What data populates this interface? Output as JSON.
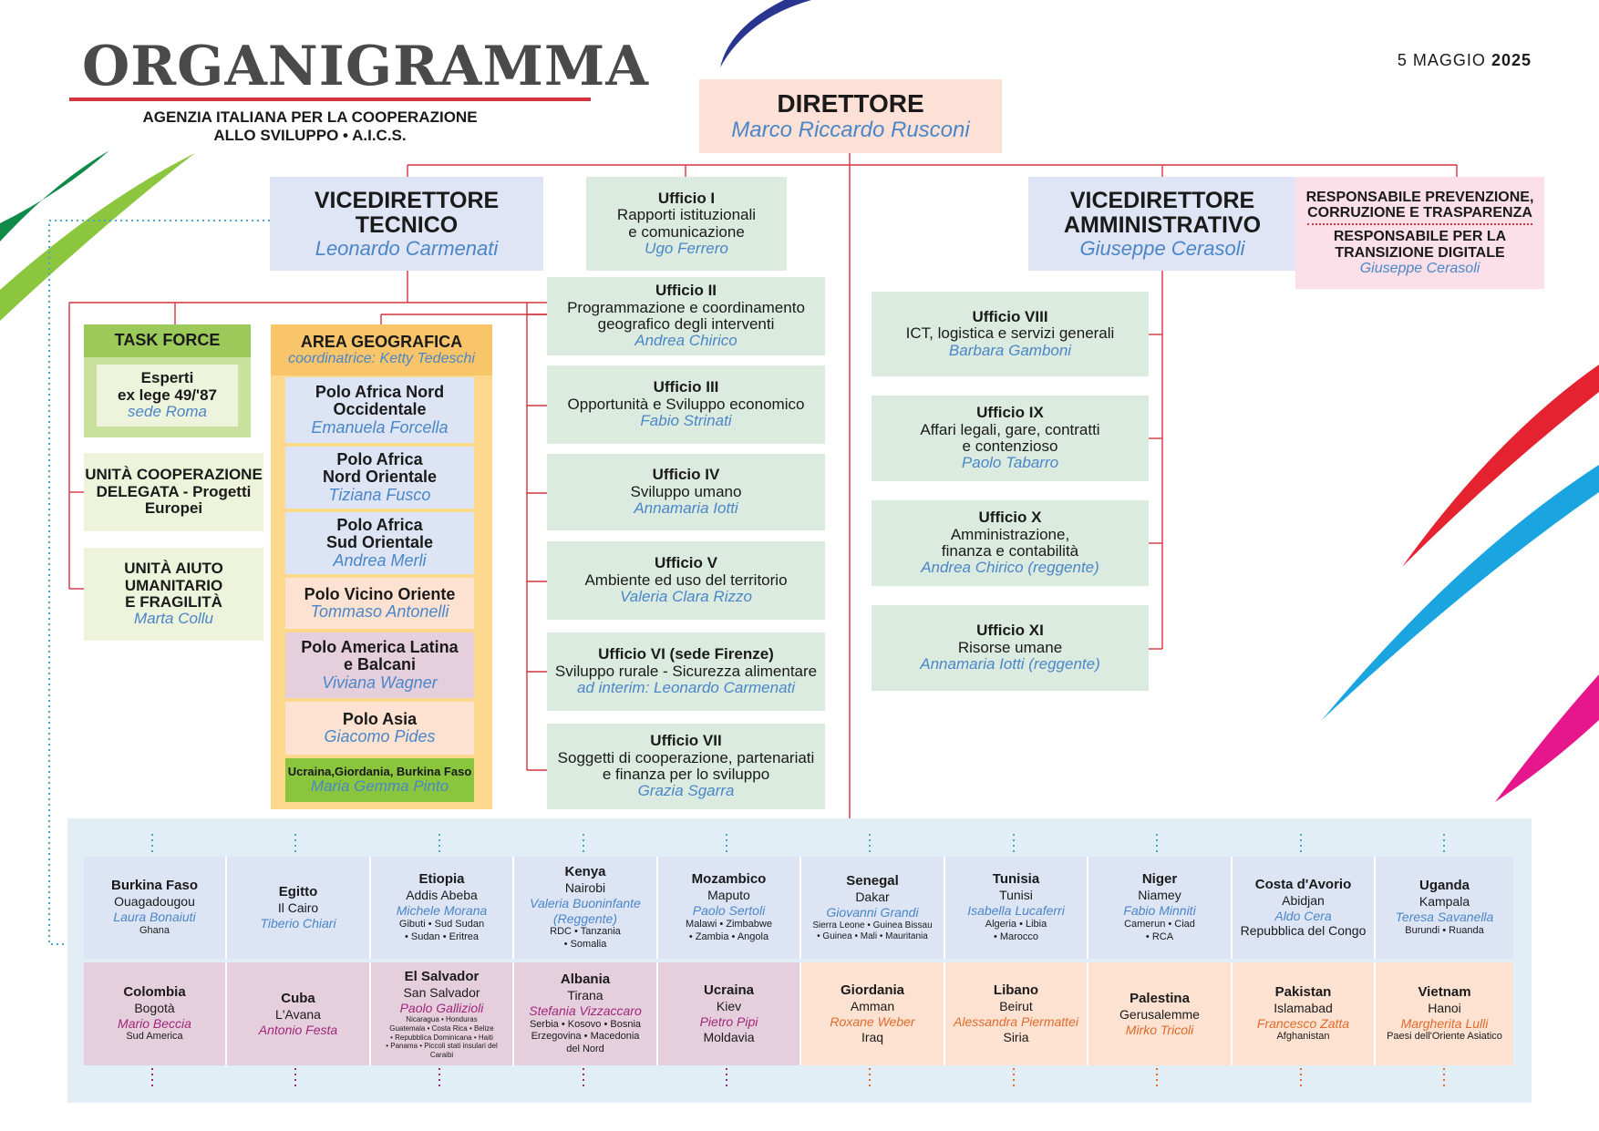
{
  "header": {
    "title": "ORGANIGRAMMA",
    "subtitle_line1": "AGENZIA ITALIANA PER LA COOPERAZIONE",
    "subtitle_line2": "ALLO SVILUPPO • A.I.C.S.",
    "date_prefix": "5 MAGGIO",
    "date_year": "2025"
  },
  "direttore": {
    "title": "DIRETTORE",
    "name": "Marco Riccardo Rusconi"
  },
  "vice_tecnico": {
    "title1": "VICEDIRETTORE",
    "title2": "TECNICO",
    "name": "Leonardo Carmenati"
  },
  "vice_amm": {
    "title1": "VICEDIRETTORE",
    "title2": "AMMINISTRATIVO",
    "name": "Giuseppe Cerasoli"
  },
  "responsabile": {
    "line1": "RESPONSABILE PREVENZIONE,",
    "line2": "CORRUZIONE E TRASPARENZA",
    "line3": "RESPONSABILE PER LA",
    "line4": "TRANSIZIONE DIGITALE",
    "name": "Giuseppe Cerasoli"
  },
  "uffici_left": [
    {
      "title": "Ufficio I",
      "desc1": "Rapporti istituzionali",
      "desc2": "e comunicazione",
      "name": "Ugo Ferrero"
    },
    {
      "title": "Ufficio II",
      "desc1": "Programmazione e coordinamento",
      "desc2": "geografico degli interventi",
      "name": "Andrea Chirico"
    },
    {
      "title": "Ufficio III",
      "desc1": "Opportunità e Sviluppo economico",
      "desc2": "",
      "name": "Fabio Strinati"
    },
    {
      "title": "Ufficio IV",
      "desc1": "Sviluppo umano",
      "desc2": "",
      "name": "Annamaria Iotti"
    },
    {
      "title": "Ufficio V",
      "desc1": "Ambiente ed uso del territorio",
      "desc2": "",
      "name": "Valeria Clara Rizzo"
    },
    {
      "title": "Ufficio VI (sede Firenze)",
      "desc1": "Sviluppo rurale - Sicurezza alimentare",
      "desc2": "",
      "name": "ad interim: Leonardo Carmenati"
    },
    {
      "title": "Ufficio VII",
      "desc1": "Soggetti di cooperazione, partenariati",
      "desc2": "e finanza per lo sviluppo",
      "name": "Grazia Sgarra"
    }
  ],
  "uffici_right": [
    {
      "title": "Ufficio VIII",
      "desc1": "ICT, logistica e servizi generali",
      "desc2": "",
      "name": "Barbara Gamboni"
    },
    {
      "title": "Ufficio IX",
      "desc1": "Affari legali, gare, contratti",
      "desc2": "e contenzioso",
      "name": "Paolo Tabarro"
    },
    {
      "title": "Ufficio X",
      "desc1": "Amministrazione,",
      "desc2": "finanza e contabilità",
      "name": "Andrea Chirico (reggente)"
    },
    {
      "title": "Ufficio XI",
      "desc1": "Risorse umane",
      "desc2": "",
      "name": "Annamaria Iotti (reggente)"
    }
  ],
  "task_force": {
    "title": "TASK FORCE",
    "line1": "Esperti",
    "line2": "ex lege 49/'87",
    "name": "sede Roma"
  },
  "unita_coop": {
    "line1": "UNITÀ COOPERAZIONE",
    "line2": "DELEGATA - Progetti",
    "line3": "Europei"
  },
  "unita_aiuto": {
    "line1": "UNITÀ AIUTO",
    "line2": "UMANITARIO",
    "line3": "E FRAGILITÀ",
    "name": "Marta Collu"
  },
  "area_geo": {
    "title": "AREA GEOGRAFICA",
    "coord": "coordinatrice: Ketty Tedeschi",
    "poli": [
      {
        "line1": "Polo Africa Nord",
        "line2": "Occidentale",
        "name": "Emanuela Forcella"
      },
      {
        "line1": "Polo Africa",
        "line2": "Nord Orientale",
        "name": "Tiziana Fusco"
      },
      {
        "line1": "Polo Africa",
        "line2": "Sud Orientale",
        "name": "Andrea Merli"
      },
      {
        "line1": "Polo Vicino Oriente",
        "line2": "",
        "name": "Tommaso Antonelli"
      },
      {
        "line1": "Polo America Latina",
        "line2": "e Balcani",
        "name": "Viviana Wagner"
      },
      {
        "line1": "Polo Asia",
        "line2": "",
        "name": "Giacomo Pides"
      },
      {
        "line1": "Ucraina,Giordania, Burkina Faso",
        "line2": "",
        "name": "Maria Gemma Pinto"
      }
    ]
  },
  "sedi_row1": [
    {
      "country": "Burkina Faso",
      "city": "Ouagadougou",
      "name": "Laura Bonaiuti",
      "extra1": "Ghana",
      "extra2": "",
      "extra3": ""
    },
    {
      "country": "Egitto",
      "city": "Il Cairo",
      "name": "Tiberio Chiari",
      "extra1": "",
      "extra2": "",
      "extra3": ""
    },
    {
      "country": "Etiopia",
      "city": "Addis Abeba",
      "name": "Michele Morana",
      "extra1": "Gibuti • Sud Sudan",
      "extra2": "• Sudan • Eritrea",
      "extra3": ""
    },
    {
      "country": "Kenya",
      "city": "Nairobi",
      "name": "Valeria Buoninfante",
      "name2": "(Reggente)",
      "extra1": "RDC • Tanzania",
      "extra2": "• Somalia",
      "extra3": ""
    },
    {
      "country": "Mozambico",
      "city": "Maputo",
      "name": "Paolo Sertoli",
      "extra1": "Malawi • Zimbabwe",
      "extra2": "• Zambia • Angola",
      "extra3": ""
    },
    {
      "country": "Senegal",
      "city": "Dakar",
      "name": "Giovanni Grandi",
      "extra1": "Sierra Leone • Guinea Bissau",
      "extra2": "• Guinea • Mali • Mauritania",
      "extra3": ""
    },
    {
      "country": "Tunisia",
      "city": "Tunisi",
      "name": "Isabella Lucaferri",
      "extra1": "Algeria • Libia",
      "extra2": "• Marocco",
      "extra3": ""
    },
    {
      "country": "Niger",
      "city": "Niamey",
      "name": "Fabio Minniti",
      "extra1": "Camerun • Ciad",
      "extra2": "• RCA",
      "extra3": ""
    },
    {
      "country": "Costa d'Avorio",
      "city": "Abidjan",
      "name": "Aldo Cera",
      "extra1": "Repubblica del Congo",
      "extra2": "",
      "extra3": ""
    },
    {
      "country": "Uganda",
      "city": "Kampala",
      "name": "Teresa Savanella",
      "extra1": "Burundi • Ruanda",
      "extra2": "",
      "extra3": ""
    }
  ],
  "sedi_row2": [
    {
      "country": "Colombia",
      "city": "Bogotà",
      "name": "Mario Beccia",
      "extra1": "Sud America",
      "extra2": "",
      "extra3": "",
      "extra4": ""
    },
    {
      "country": "Cuba",
      "city": "L'Avana",
      "name": "Antonio Festa",
      "extra1": "",
      "extra2": "",
      "extra3": "",
      "extra4": ""
    },
    {
      "country": "El Salvador",
      "city": "San Salvador",
      "name": "Paolo Gallizioli",
      "extra1": "Nicaragua • Honduras",
      "extra2": "Guatemala • Costa Rica • Belize",
      "extra3": "• Repubblica Dominicana • Haiti",
      "extra4": "• Panama • Piccoli stati insulari del Caraibi"
    },
    {
      "country": "Albania",
      "city": "Tirana",
      "name": "Stefania Vizzaccaro",
      "extra1": "Serbia • Kosovo • Bosnia",
      "extra2": "Erzegovina • Macedonia",
      "extra3": "del Nord",
      "extra4": ""
    },
    {
      "country": "Ucraina",
      "city": "Kiev",
      "name": "Pietro Pipi",
      "extra1": "Moldavia",
      "extra2": "",
      "extra3": "",
      "extra4": ""
    },
    {
      "country": "Giordania",
      "city": "Amman",
      "name": "Roxane Weber",
      "extra1": "Iraq",
      "extra2": "",
      "extra3": "",
      "extra4": ""
    },
    {
      "country": "Libano",
      "city": "Beirut",
      "name": "Alessandra Piermattei",
      "extra1": "Siria",
      "extra2": "",
      "extra3": "",
      "extra4": ""
    },
    {
      "country": "Palestina",
      "city": "Gerusalemme",
      "name": "Mirko Tricoli",
      "extra1": "",
      "extra2": "",
      "extra3": "",
      "extra4": ""
    },
    {
      "country": "Pakistan",
      "city": "Islamabad",
      "name": "Francesco Zatta",
      "extra1": "Afghanistan",
      "extra2": "",
      "extra3": "",
      "extra4": ""
    },
    {
      "country": "Vietnam",
      "city": "Hanoi",
      "name": "Margherita Lulli",
      "extra1": "Paesi dell'Oriente Asiatico",
      "extra2": "",
      "extra3": "",
      "extra4": ""
    }
  ],
  "colors": {
    "accent_red": "#d6343f",
    "name_blue": "#4a86c8",
    "name_magenta": "#a0267c",
    "name_orange": "#e06a2a",
    "green_box": "#dcebe0",
    "blue_box": "#dfe5f4",
    "director_box": "#fde0d6",
    "responsabile_box": "#fbe0ea",
    "area_geo_yellow": "#f9d07a",
    "task_force_green": "#9cca5a"
  }
}
